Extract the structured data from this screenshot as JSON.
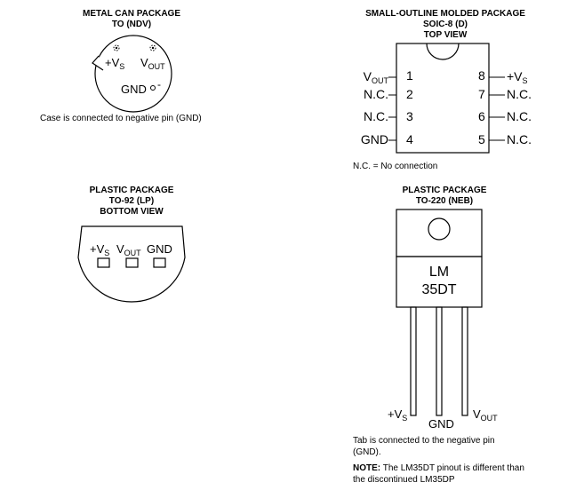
{
  "metal_can": {
    "title": [
      "METAL CAN PACKAGE",
      "TO (NDV)"
    ],
    "labels": {
      "vs_pre": "+V",
      "vs_sub": "S",
      "vout_pre": "V",
      "vout_sub": "OUT",
      "gnd": "GND",
      "minus": "-"
    },
    "caption": "Case is connected to negative pin (GND)"
  },
  "soic": {
    "title": [
      "SMALL-OUTLINE MOLDED PACKAGE",
      "SOIC-8 (D)",
      "TOP VIEW"
    ],
    "left_pins": [
      {
        "num": "1",
        "pre": "V",
        "sub": "OUT"
      },
      {
        "num": "2",
        "pre": "N.C.",
        "sub": ""
      },
      {
        "num": "3",
        "pre": "N.C.",
        "sub": ""
      },
      {
        "num": "4",
        "pre": "GND",
        "sub": ""
      }
    ],
    "right_pins": [
      {
        "num": "8",
        "pre": "+V",
        "sub": "S"
      },
      {
        "num": "7",
        "pre": "N.C.",
        "sub": ""
      },
      {
        "num": "6",
        "pre": "N.C.",
        "sub": ""
      },
      {
        "num": "5",
        "pre": "N.C.",
        "sub": ""
      }
    ],
    "caption": "N.C. = No connection"
  },
  "to92": {
    "title": [
      "PLASTIC PACKAGE",
      "TO-92 (LP)",
      "BOTTOM VIEW"
    ],
    "labels": {
      "vs_pre": "+V",
      "vs_sub": "S",
      "vout_pre": "V",
      "vout_sub": "OUT",
      "gnd": "GND"
    }
  },
  "to220": {
    "title": [
      "PLASTIC PACKAGE",
      "TO-220 (NEB)"
    ],
    "marking": [
      "LM",
      "35DT"
    ],
    "labels": {
      "vs_pre": "+V",
      "vs_sub": "S",
      "gnd": "GND",
      "vout_pre": "V",
      "vout_sub": "OUT"
    },
    "caption": [
      "Tab is connected to the negative pin",
      "(GND)."
    ],
    "note_label": "NOTE:",
    "note": [
      " The LM35DT pinout is different than",
      "the discontinued LM35DP"
    ]
  }
}
